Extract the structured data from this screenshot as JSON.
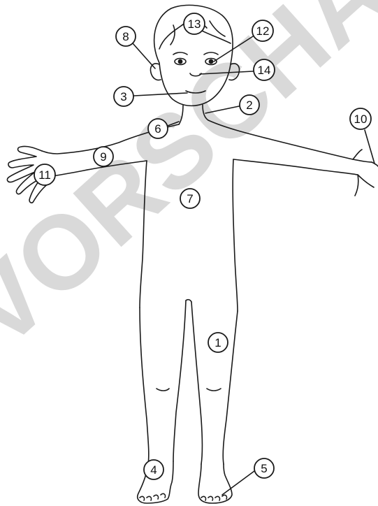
{
  "diagram": {
    "labels": [
      {
        "id": "label-1",
        "text": "1"
      },
      {
        "id": "label-2",
        "text": "2"
      },
      {
        "id": "label-3",
        "text": "3"
      },
      {
        "id": "label-4",
        "text": "4"
      },
      {
        "id": "label-5",
        "text": "5"
      },
      {
        "id": "label-6",
        "text": "6"
      },
      {
        "id": "label-7",
        "text": "7"
      },
      {
        "id": "label-8",
        "text": "8"
      },
      {
        "id": "label-9",
        "text": "9"
      },
      {
        "id": "label-10",
        "text": "10"
      },
      {
        "id": "label-11",
        "text": "11"
      },
      {
        "id": "label-12",
        "text": "12"
      },
      {
        "id": "label-13",
        "text": "13"
      },
      {
        "id": "label-14",
        "text": "14"
      }
    ]
  },
  "watermark": {
    "text": "VORSCHAU",
    "color": "#d9d9d9"
  },
  "colors": {
    "outline": "#1a1a1a",
    "background": "#ffffff"
  }
}
